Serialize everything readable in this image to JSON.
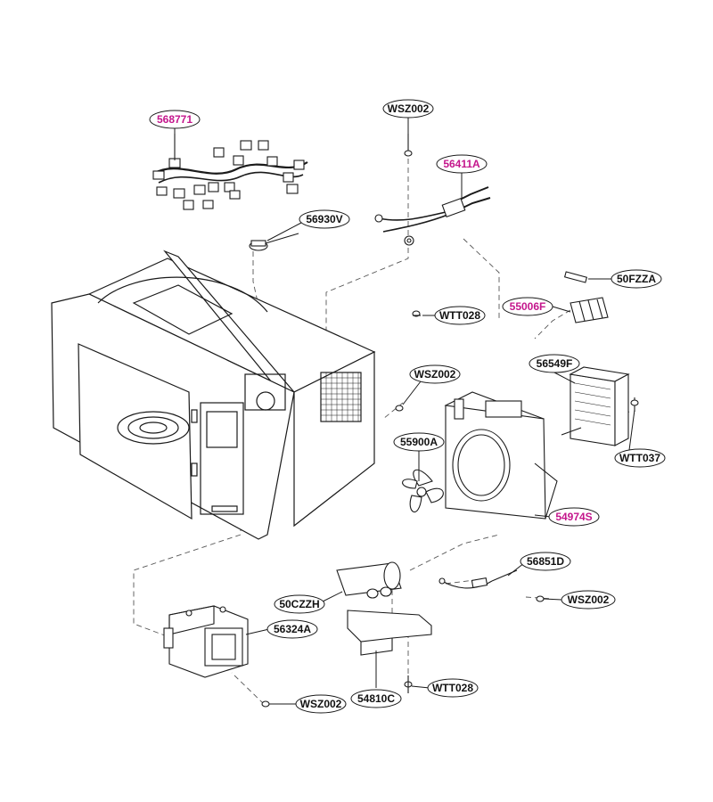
{
  "colors": {
    "line": "#1a1a1a",
    "dash": "#555555",
    "highlight": "#c4168c",
    "normal": "#111111"
  },
  "labels": {
    "p568771": "568771",
    "wsz002_top": "WSZ002",
    "p56411a": "56411A",
    "p56930v": "56930V",
    "p50fzza": "50FZZA",
    "p55006f": "55006F",
    "wtt028_mid": "WTT028",
    "wsz002_mid": "WSZ002",
    "p56549f": "56549F",
    "p55900a": "55900A",
    "wtt037": "WTT037",
    "p54974s": "54974S",
    "p56851d": "56851D",
    "wsz002_right": "WSZ002",
    "p50czzh": "50CZZH",
    "p56324a": "56324A",
    "wtt028_bottom": "WTT028",
    "p54810c": "54810C",
    "wsz002_bottom": "WSZ002"
  }
}
